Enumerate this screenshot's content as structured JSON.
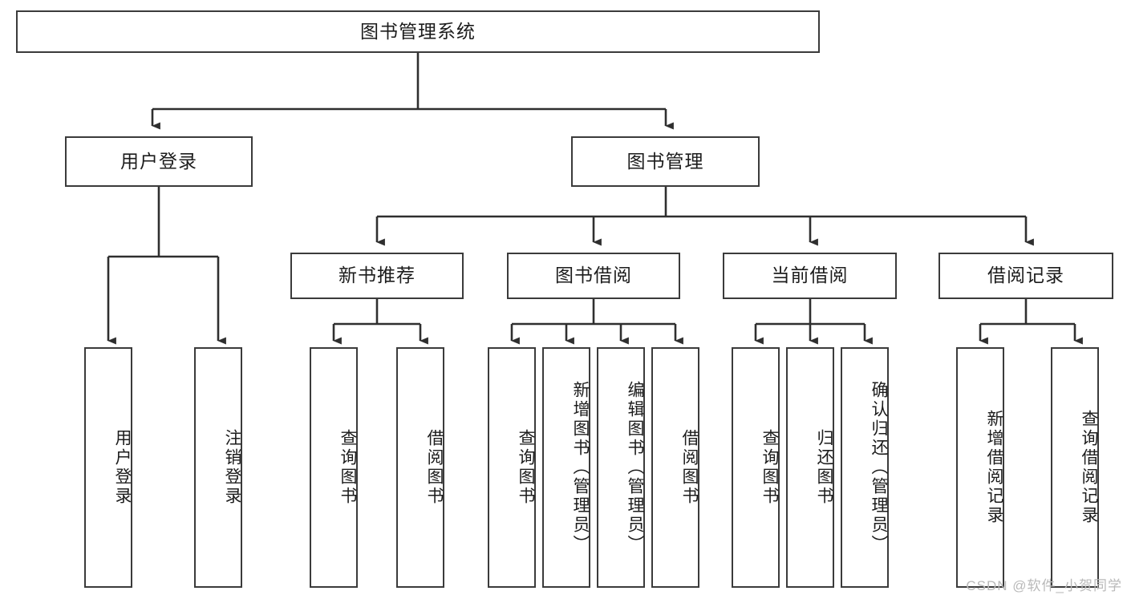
{
  "diagram": {
    "type": "tree-hierarchy",
    "title": "图书管理系统",
    "watermark": "CSDN @软件_小贺同学",
    "colors": {
      "box_border": "#3b3b3b",
      "box_fill": "#ffffff",
      "connector": "#2f2f2f",
      "text": "#1c1c1c",
      "watermark": "#b9b9b9"
    },
    "root": {
      "label": "图书管理系统"
    },
    "level2": [
      {
        "id": "user-login",
        "label": "用户登录"
      },
      {
        "id": "book-management",
        "label": "图书管理"
      }
    ],
    "level3": [
      {
        "id": "new-book-recommend",
        "label": "新书推荐",
        "parent": "book-management"
      },
      {
        "id": "book-borrow",
        "label": "图书借阅",
        "parent": "book-management"
      },
      {
        "id": "current-borrow",
        "label": "当前借阅",
        "parent": "book-management"
      },
      {
        "id": "borrow-record",
        "label": "借阅记录",
        "parent": "book-management"
      }
    ],
    "leaves": [
      {
        "id": "leaf-user-login",
        "label": "用户登录",
        "parent": "user-login"
      },
      {
        "id": "leaf-logout-login",
        "label": "注销登录",
        "parent": "user-login"
      },
      {
        "id": "leaf-query-book-1",
        "label": "查询图书",
        "parent": "new-book-recommend"
      },
      {
        "id": "leaf-borrow-book-1",
        "label": "借阅图书",
        "parent": "new-book-recommend"
      },
      {
        "id": "leaf-query-book-2",
        "label": "查询图书",
        "parent": "book-borrow"
      },
      {
        "id": "leaf-add-book",
        "label": "新增图书（管理员）",
        "parent": "book-borrow"
      },
      {
        "id": "leaf-edit-book",
        "label": "编辑图书（管理员）",
        "parent": "book-borrow"
      },
      {
        "id": "leaf-borrow-book-2",
        "label": "借阅图书",
        "parent": "book-borrow"
      },
      {
        "id": "leaf-query-book-3",
        "label": "查询图书",
        "parent": "current-borrow"
      },
      {
        "id": "leaf-return-book",
        "label": "归还图书",
        "parent": "current-borrow"
      },
      {
        "id": "leaf-confirm-return",
        "label": "确认归还（管理员）",
        "parent": "current-borrow"
      },
      {
        "id": "leaf-add-record",
        "label": "新增借阅记录",
        "parent": "borrow-record"
      },
      {
        "id": "leaf-query-record",
        "label": "查询借阅记录",
        "parent": "borrow-record"
      }
    ]
  }
}
